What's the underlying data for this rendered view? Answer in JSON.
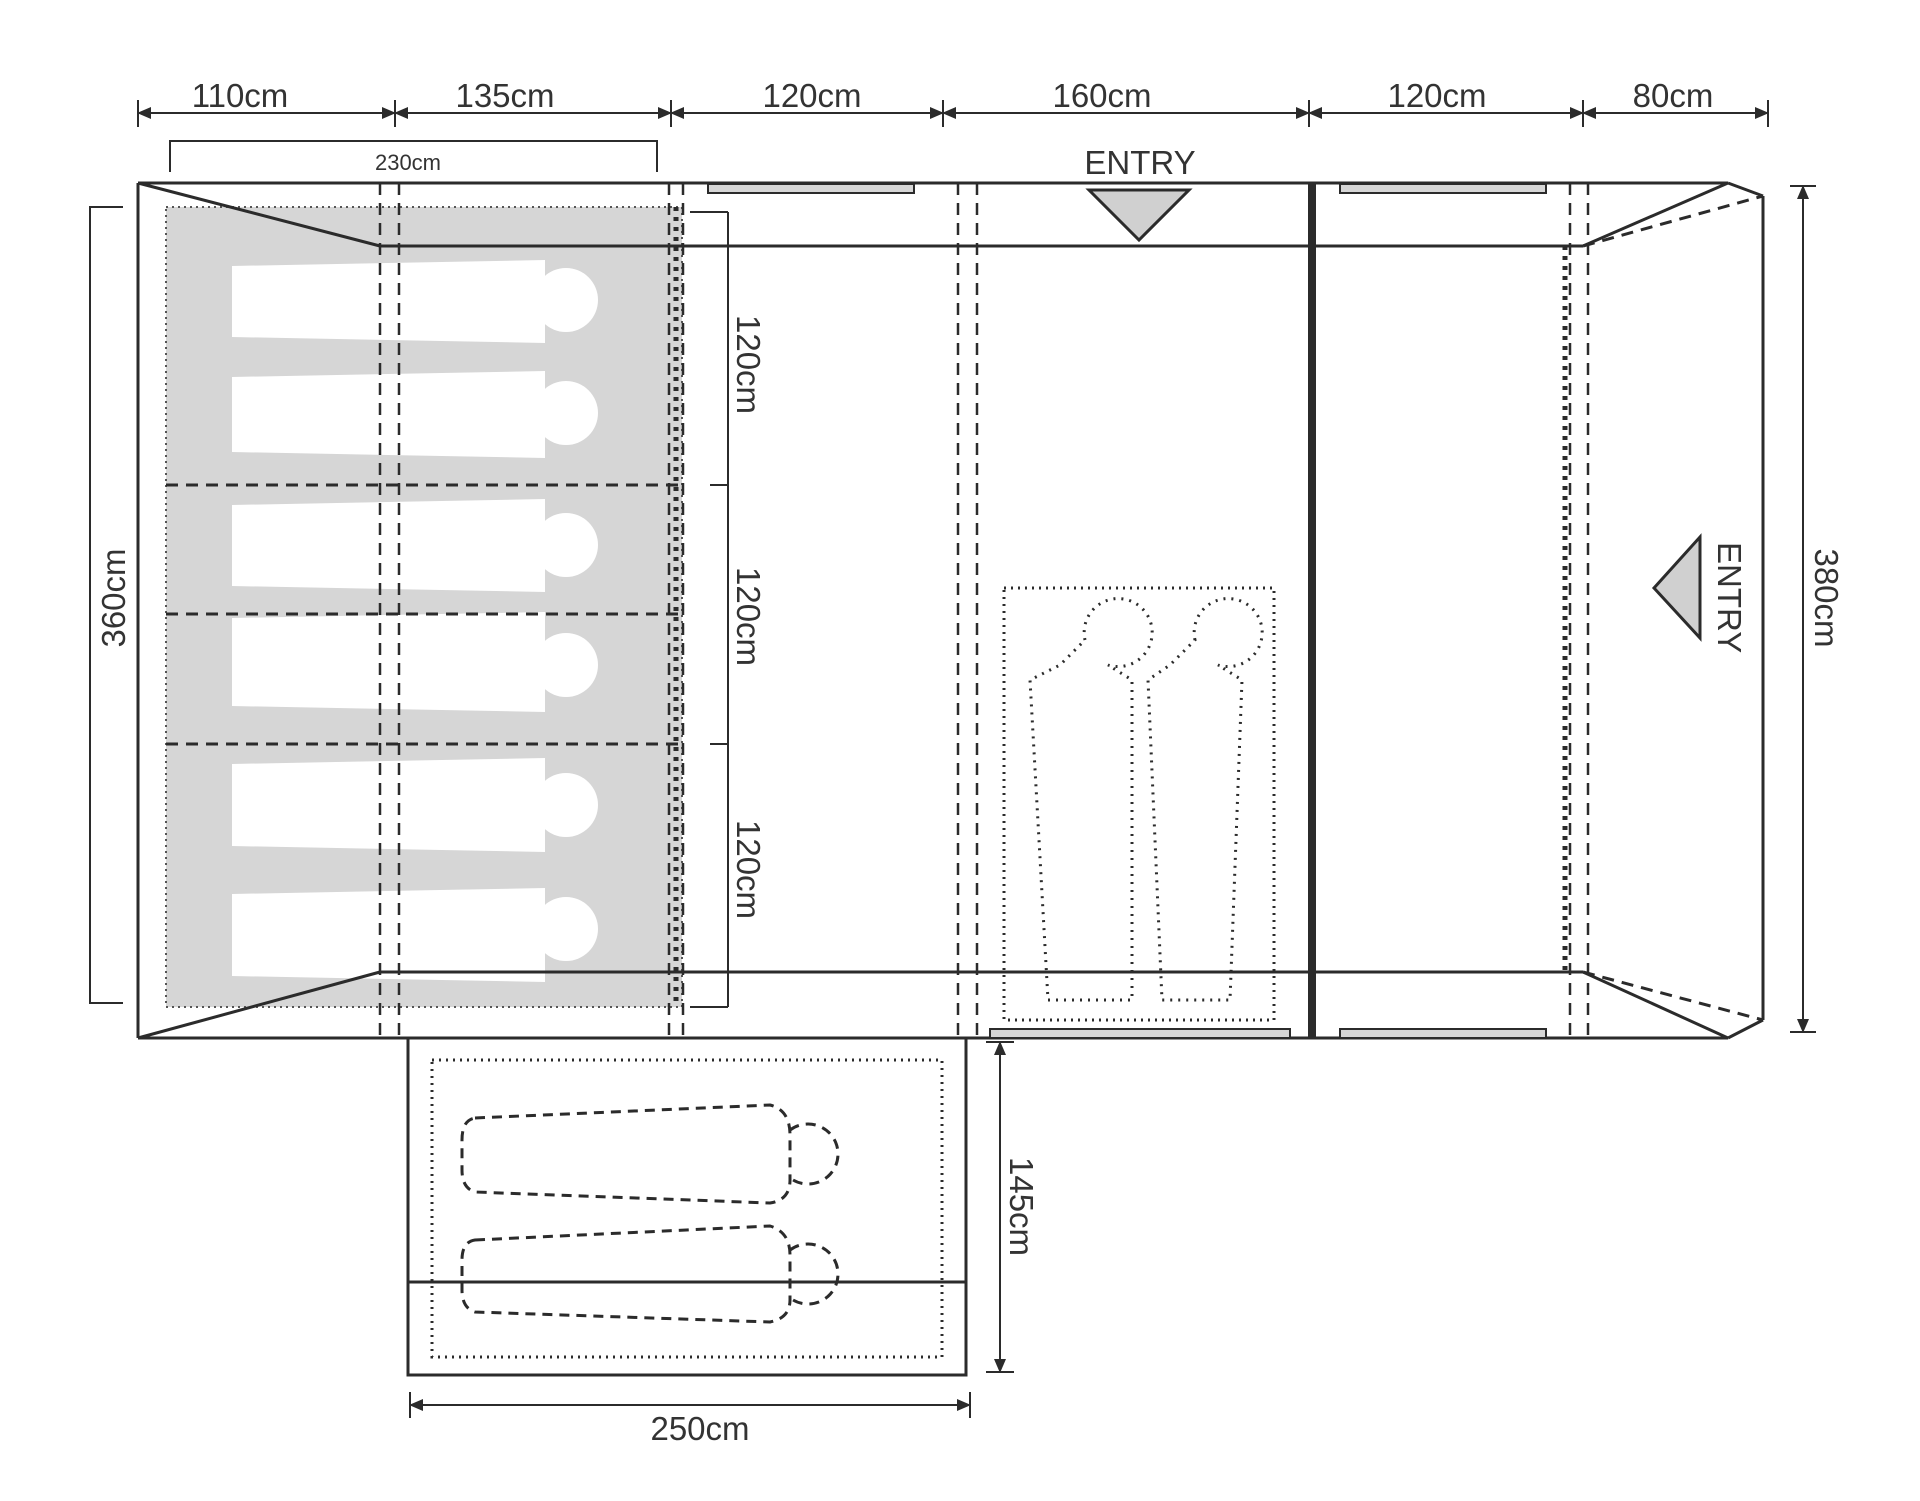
{
  "top_dimensions": [
    "110cm",
    "135cm",
    "120cm",
    "160cm",
    "120cm",
    "80cm"
  ],
  "inner_bedroom_width": "230cm",
  "pod_depths": [
    "120cm",
    "120cm",
    "120cm"
  ],
  "overall_depth_left": "360cm",
  "overall_depth_right": "380cm",
  "annex_depth": "145cm",
  "annex_width": "250cm",
  "entry_labels": {
    "front": "ENTRY",
    "side": "ENTRY"
  },
  "colors": {
    "line": "#2b2b2b",
    "bedroom_fill": "#d6d6d6",
    "sleeper_fill": "#ffffff",
    "arrow_fill": "#d0d0d0"
  }
}
